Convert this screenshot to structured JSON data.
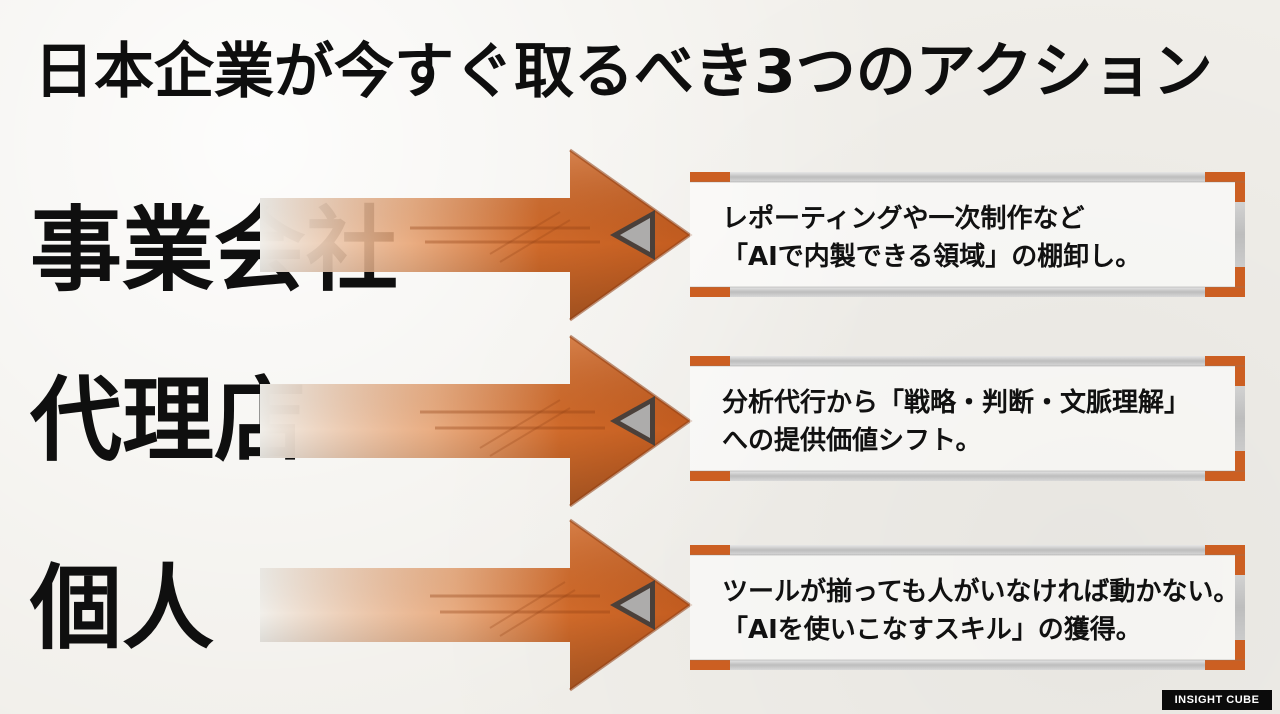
{
  "title": "日本企業が今すぐ取るべき3つのアクション",
  "actions": [
    {
      "target": "事業会社",
      "line1": "レポーティングや一次制作など",
      "line2": "「AIで内製できる領域」の棚卸し。"
    },
    {
      "target": "代理店",
      "line1": "分析代行から「戦略・判断・文脈理解」",
      "line2": "への提供価値シフト。"
    },
    {
      "target": "個人",
      "line1": "ツールが揃っても人がいなければ動かない。",
      "line2": "「AIを使いこなすスキル」の獲得。"
    }
  ],
  "brand": "INSIGHT CUBE",
  "colors": {
    "arrow": "#d06a2a",
    "arrow_dark": "#8f3e12",
    "frame_metal": "#bdbdbd",
    "frame_corner": "#cc5f22"
  }
}
